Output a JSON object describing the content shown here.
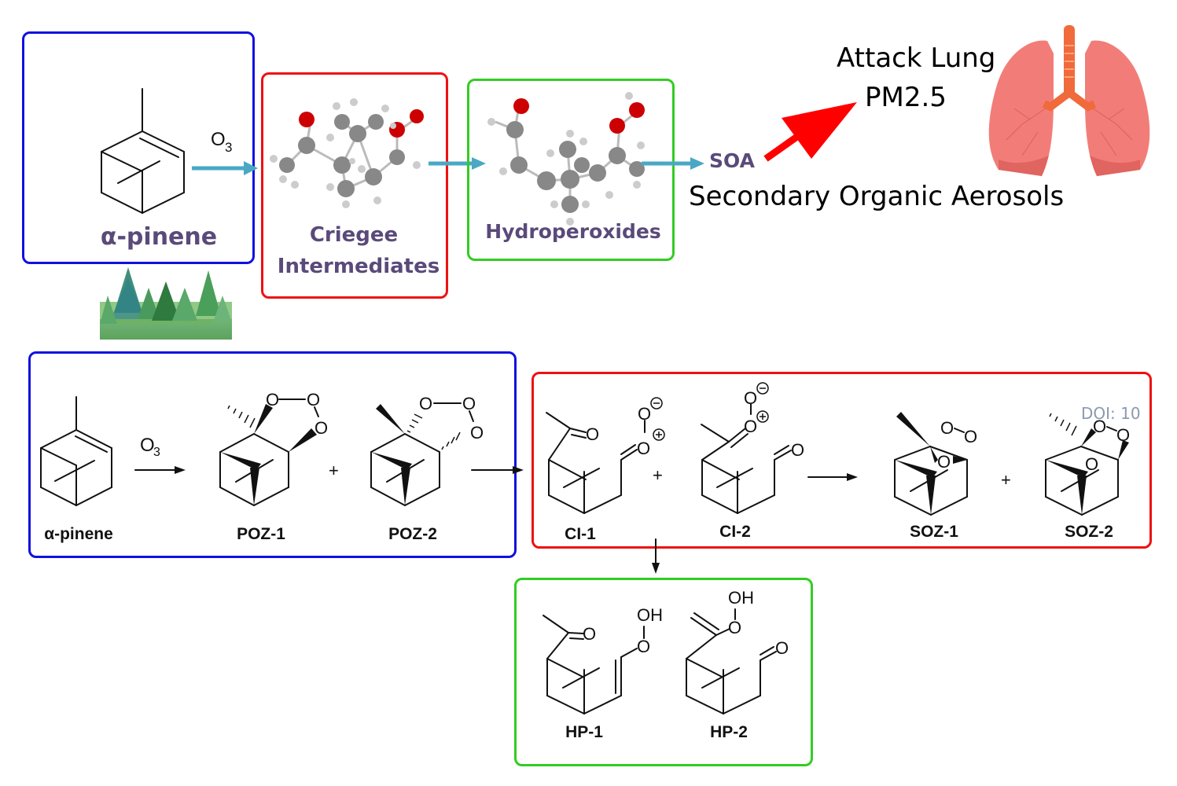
{
  "top_flow": {
    "reactant": {
      "label": "α-pinene",
      "box_color": "#1010e0"
    },
    "reagent": {
      "main": "O",
      "sub": "3"
    },
    "intermediate": {
      "line1": "Criegee",
      "line2": "Intermediates",
      "box_color": "#ee1111"
    },
    "product": {
      "label": "Hydroperoxides",
      "box_color": "#33cc22"
    },
    "soa": {
      "abbr": "SOA",
      "full": "Secondary Organic Aerosols"
    },
    "impact": {
      "line1": "Attack Lung",
      "line2": "PM2.5"
    },
    "arrow_color": "#4aa8c4",
    "impact_arrow_color": "#ff0000",
    "label_color": "#5a4a7a",
    "icons": [
      "forest-illustration",
      "lung-illustration",
      "molecule-ball-stick-criegee",
      "molecule-ball-stick-hydroperoxide"
    ]
  },
  "bottom_scheme": {
    "step1": {
      "reactant": "α-pinene",
      "reagent": {
        "main": "O",
        "sub": "3"
      },
      "products": [
        "POZ-1",
        "POZ-2"
      ],
      "plus": "+"
    },
    "step2": {
      "intermediates": [
        "CI-1",
        "CI-2"
      ],
      "products": [
        "SOZ-1",
        "SOZ-2"
      ],
      "plus": "+",
      "doi_watermark": "DOI: 10"
    },
    "step3": {
      "products": [
        "HP-1",
        "HP-2"
      ]
    },
    "atoms": {
      "oxygen": "O",
      "hydroxyl": "OH",
      "minus": "−",
      "plus": "+"
    }
  }
}
